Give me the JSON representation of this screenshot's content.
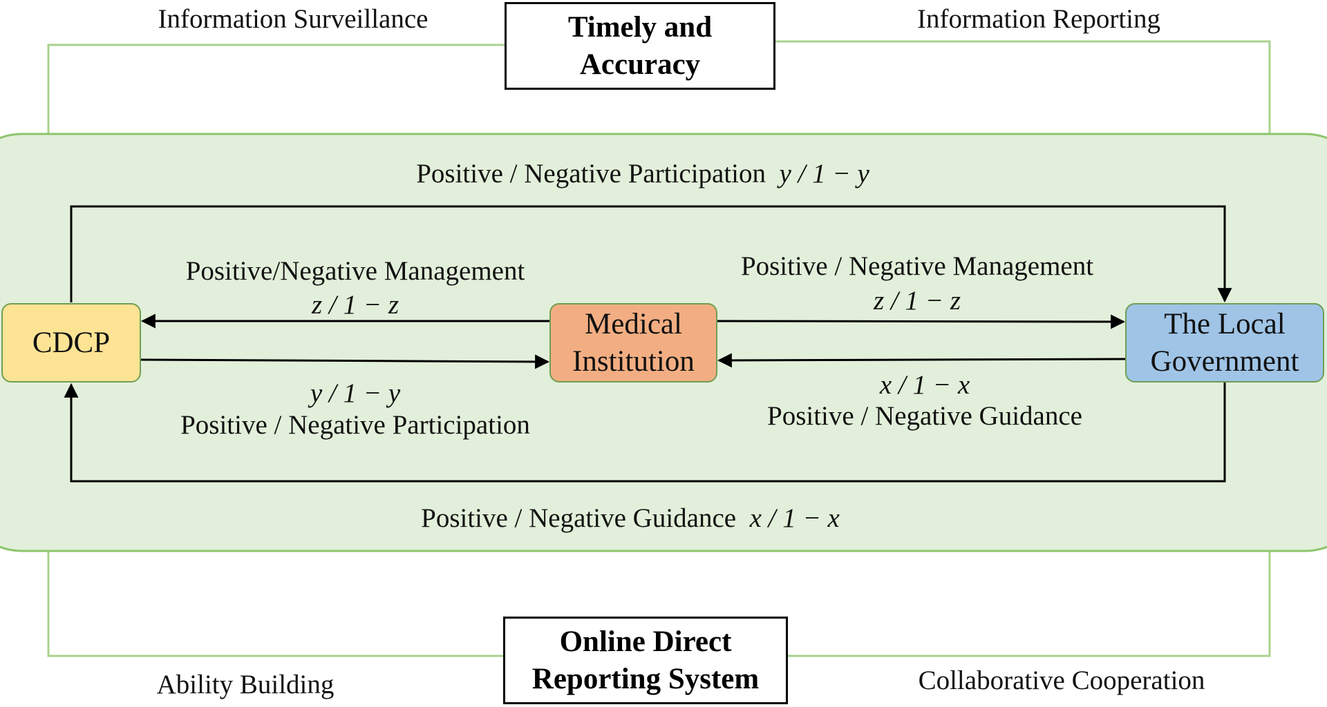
{
  "top_box": {
    "line1": "Timely and",
    "line2": "Accuracy"
  },
  "bottom_box": {
    "line1": "Online Direct",
    "line2": "Reporting System"
  },
  "corners": {
    "top_left": "Information Surveillance",
    "top_right": "Information Reporting",
    "bottom_left": "Ability Building",
    "bottom_right": "Collaborative Cooperation"
  },
  "nodes": {
    "cdcp": {
      "label": "CDCP",
      "color": "#fde394"
    },
    "medical": {
      "line1": "Medical",
      "line2": "Institution",
      "color": "#f2ae82"
    },
    "government": {
      "line1": "The Local",
      "line2": "Government",
      "color": "#9fc4e6"
    }
  },
  "colors": {
    "panel_fill": "#e2efda",
    "panel_border": "#8cc56b",
    "connector": "#a9d18e"
  },
  "edges": {
    "top": {
      "text": "Positive / Negative Participation",
      "math": "y / 1 − y"
    },
    "cdcp_management": {
      "text": "Positive/Negative Management",
      "math": "z / 1 − z"
    },
    "cdcp_participation": {
      "math": "y / 1 − y",
      "text": "Positive / Negative Participation"
    },
    "gov_management": {
      "text": "Positive / Negative Management",
      "math": "z / 1 − z"
    },
    "gov_guidance": {
      "math": "x / 1 − x",
      "text": "Positive / Negative Guidance"
    },
    "bottom": {
      "text": "Positive / Negative Guidance",
      "math": "x / 1 − x"
    }
  }
}
